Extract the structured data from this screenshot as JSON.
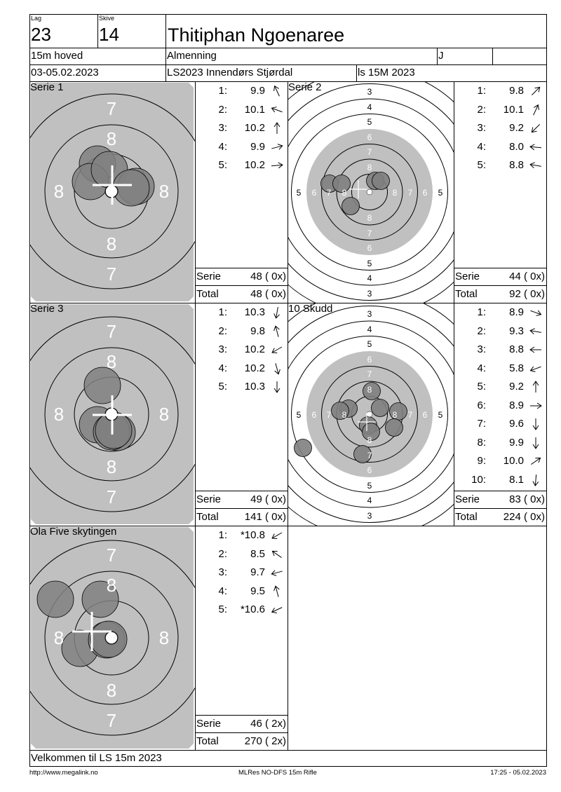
{
  "header": {
    "lag_label": "Lag",
    "lag_value": "23",
    "skive_label": "Skive",
    "skive_value": "14",
    "shooter_name": "Thitiphan Ngoenaree",
    "class": "15m hoved",
    "club": "Almenning",
    "class_code": "J",
    "extra": "",
    "date": "03-05.02.2023",
    "event": "LS2023 Innendørs Stjørdal",
    "competition": "ls 15M 2023"
  },
  "panels": [
    {
      "title": "Serie 1",
      "shots": [
        {
          "n": "1:",
          "score": "9.9",
          "dir": 115
        },
        {
          "n": "2:",
          "score": "10.1",
          "dir": 160
        },
        {
          "n": "3:",
          "score": "10.2",
          "dir": 90
        },
        {
          "n": "4:",
          "score": "9.9",
          "dir": 15
        },
        {
          "n": "5:",
          "score": "10.2",
          "dir": 5
        }
      ],
      "serie_label": "Serie",
      "serie_value": "48 ( 0x)",
      "total_label": "Total",
      "total_value": "48 ( 0x)"
    },
    {
      "title": "Serie 2",
      "shots": [
        {
          "n": "1:",
          "score": "9.8",
          "dir": 45
        },
        {
          "n": "2:",
          "score": "10.1",
          "dir": 65
        },
        {
          "n": "3:",
          "score": "9.2",
          "dir": 225
        },
        {
          "n": "4:",
          "score": "8.0",
          "dir": 175
        },
        {
          "n": "5:",
          "score": "8.8",
          "dir": 170
        }
      ],
      "serie_label": "Serie",
      "serie_value": "44 ( 0x)",
      "total_label": "Total",
      "total_value": "92 ( 0x)"
    },
    {
      "title": "Serie 3",
      "shots": [
        {
          "n": "1:",
          "score": "10.3",
          "dir": 260
        },
        {
          "n": "2:",
          "score": "9.8",
          "dir": 105
        },
        {
          "n": "3:",
          "score": "10.2",
          "dir": 210
        },
        {
          "n": "4:",
          "score": "10.2",
          "dir": 285
        },
        {
          "n": "5:",
          "score": "10.3",
          "dir": 270
        }
      ],
      "serie_label": "Serie",
      "serie_value": "49 ( 0x)",
      "total_label": "Total",
      "total_value": "141 ( 0x)"
    },
    {
      "title": "10 Skudd",
      "shots": [
        {
          "n": "1:",
          "score": "8.9",
          "dir": -20
        },
        {
          "n": "2:",
          "score": "9.3",
          "dir": 170
        },
        {
          "n": "3:",
          "score": "8.8",
          "dir": 180
        },
        {
          "n": "4:",
          "score": "5.8",
          "dir": 200
        },
        {
          "n": "5:",
          "score": "9.2",
          "dir": 90
        },
        {
          "n": "6:",
          "score": "8.9",
          "dir": 0
        },
        {
          "n": "7:",
          "score": "9.6",
          "dir": 270
        },
        {
          "n": "8:",
          "score": "9.9",
          "dir": 270
        },
        {
          "n": "9:",
          "score": "10.0",
          "dir": 35
        },
        {
          "n": "10:",
          "score": "8.1",
          "dir": 265
        }
      ],
      "serie_label": "Serie",
      "serie_value": "83 ( 0x)",
      "total_label": "Total",
      "total_value": "224 ( 0x)"
    },
    {
      "title": "Ola Five skytingen",
      "shots": [
        {
          "n": "1:",
          "score": "*10.8",
          "dir": 210
        },
        {
          "n": "2:",
          "score": "8.5",
          "dir": 145
        },
        {
          "n": "3:",
          "score": "9.7",
          "dir": 195
        },
        {
          "n": "4:",
          "score": "9.5",
          "dir": 105
        },
        {
          "n": "5:",
          "score": "*10.6",
          "dir": 205
        }
      ],
      "serie_label": "Serie",
      "serie_value": "46 ( 2x)",
      "total_label": "Total",
      "total_value": "270 ( 2x)"
    }
  ],
  "target_labels": {
    "zoomed": [
      "8",
      "7"
    ],
    "full": [
      "8",
      "7",
      "6",
      "5",
      "4",
      "3"
    ]
  },
  "colors": {
    "target_gray": "#c0c0c0",
    "shot": "#808080",
    "label_light": "#ffffff"
  },
  "footer": {
    "message": "Velkommen til LS 15m 2023",
    "website": "http://www.megalink.no",
    "software": "MLRes NO-DFS 15m Rifle",
    "timestamp": "17:25 - 05.02.2023"
  }
}
